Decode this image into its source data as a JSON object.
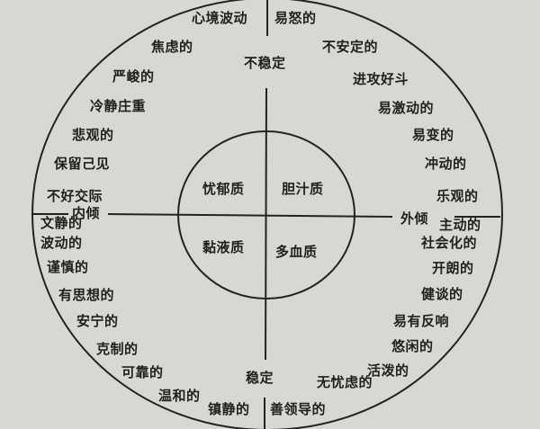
{
  "axes": {
    "top": "不稳定",
    "bottom": "稳定",
    "left": "内倾",
    "right": "外倾"
  },
  "temperaments": {
    "top_left": "忧郁质",
    "top_right": "胆汁质",
    "bottom_left": "黏液质",
    "bottom_right": "多血质"
  },
  "traits": {
    "upper_left": [
      "心境波动",
      "焦虑的",
      "严峻的",
      "冷静庄重",
      "悲观的",
      "保留己见",
      "不好交际",
      "文静的"
    ],
    "upper_right": [
      "易怒的",
      "不安定的",
      "进攻好斗",
      "易激动的",
      "易变的",
      "冲动的",
      "乐观的",
      "主动的"
    ],
    "lower_left": [
      "波动的",
      "谨慎的",
      "有思想的",
      "安宁的",
      "克制的",
      "可靠的",
      "温和的",
      "镇静的"
    ],
    "lower_right": [
      "社会化的",
      "开朗的",
      "健谈的",
      "易有反响",
      "悠闲的",
      "活泼的",
      "无忧虑的",
      "善领导的"
    ]
  }
}
